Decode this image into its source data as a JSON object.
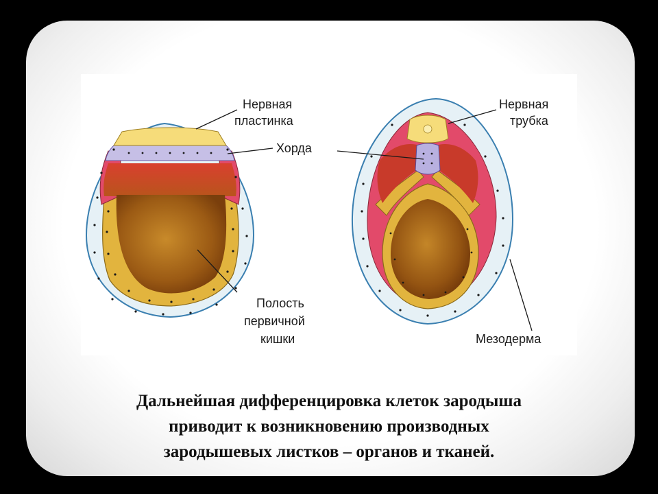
{
  "labels": {
    "neural_plate": [
      "Нервная",
      "пластинка"
    ],
    "neural_tube": [
      "Нервная",
      "трубка"
    ],
    "chord": "Хорда",
    "gut_cavity": [
      "Полость",
      "первичной",
      "кишки"
    ],
    "mesoderm": "Мезодерма"
  },
  "caption": [
    "Дальнейшая дифференцировка клеток зародыша",
    "приводит к возникновению производных",
    "зародышевых листков – органов и тканей."
  ],
  "colors": {
    "ectoderm": "#e6f1f6",
    "ectoderm_edge": "#3a7fb0",
    "neural": "#f6dc7a",
    "chord": "#b8b0e0",
    "mesoderm": "#e24a6a",
    "endoderm": "#e2b43e",
    "cavity": "#9b5a14"
  }
}
